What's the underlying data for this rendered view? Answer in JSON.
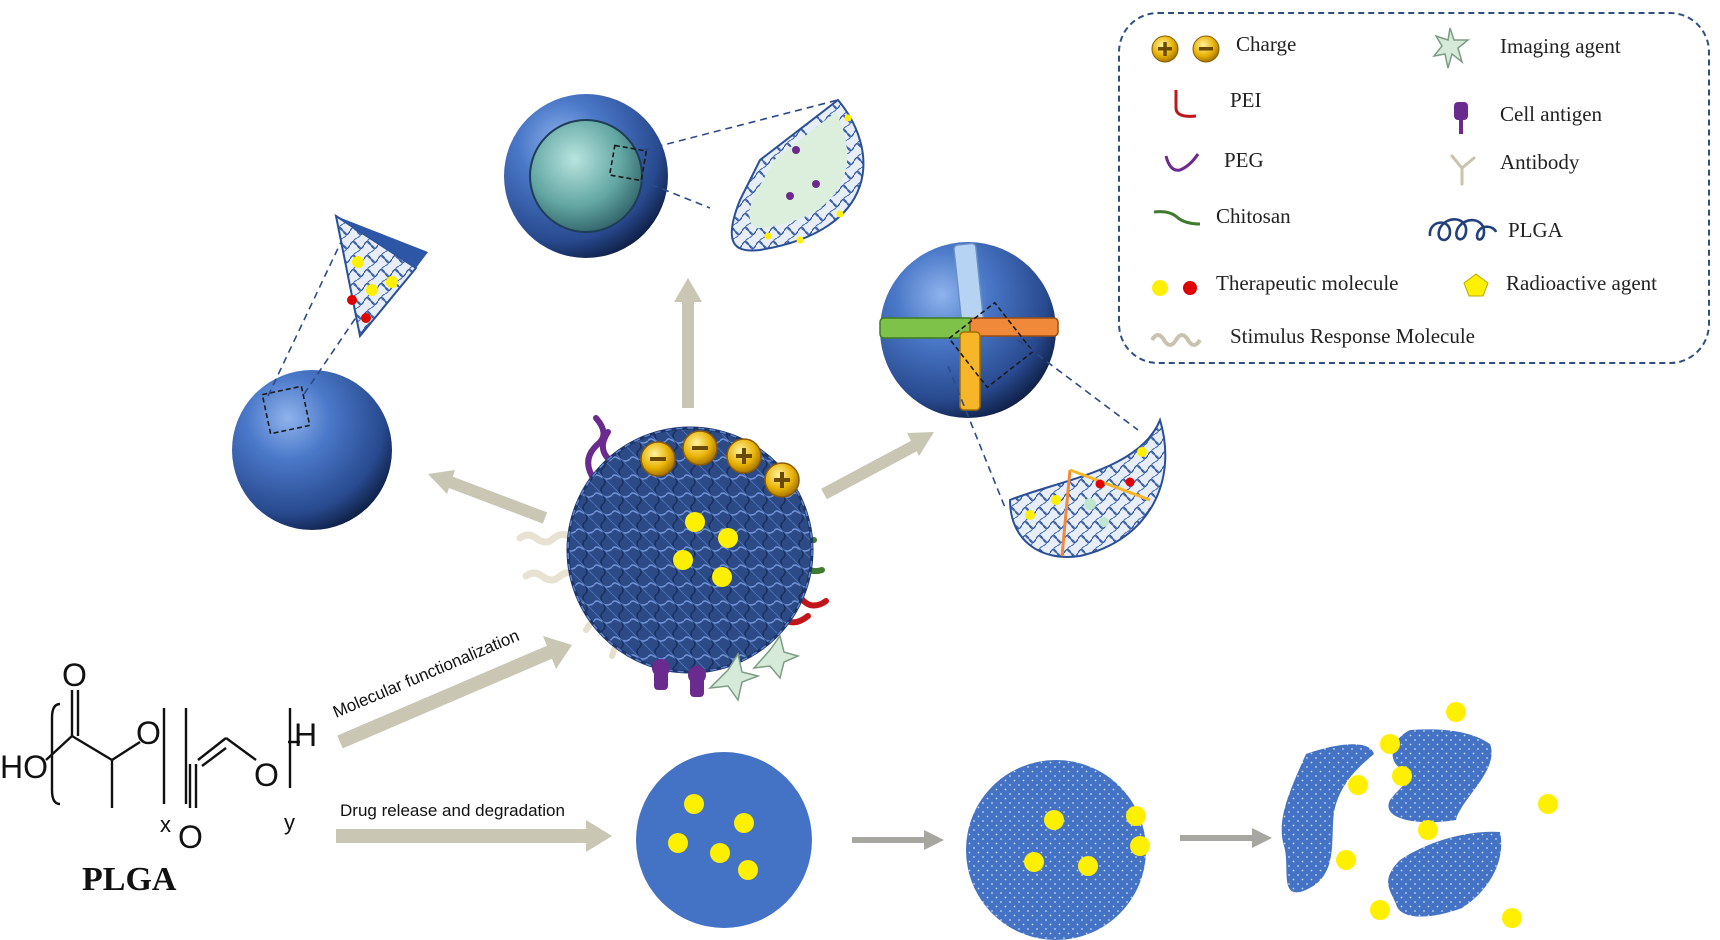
{
  "legend": {
    "items": {
      "charge": "Charge",
      "pei": "PEI",
      "peg": "PEG",
      "chitosan": "Chitosan",
      "therapeutic": "Therapeutic molecule",
      "stimulus": "Stimulus Response Molecule",
      "imaging": "Imaging agent",
      "antigen": "Cell antigen",
      "antibody": "Antibody",
      "plga": "PLGA",
      "radioactive": "Radioactive agent"
    }
  },
  "chem": {
    "name": "PLGA",
    "ho": "HO",
    "o_top": "O",
    "o_ester1": "O",
    "o_bottom": "O",
    "o_ester2": "O",
    "h": "H",
    "sub_x": "x",
    "sub_y": "y"
  },
  "arrows": {
    "functionalization": "Molecular functionalization",
    "release": "Drug release and degradation"
  },
  "charges": {
    "minus": "⊖",
    "plus": "⊕"
  },
  "colors": {
    "sphere_blue": "#3a64b5",
    "flat_blue": "#4472c4",
    "drug_yellow": "#ffef00",
    "arrow_grey": "#c9c6b4",
    "legend_border": "#2f4f7f",
    "pei_red": "#c0161a",
    "peg_purple": "#6b2a8e",
    "chitosan_green": "#3f7a2e"
  }
}
